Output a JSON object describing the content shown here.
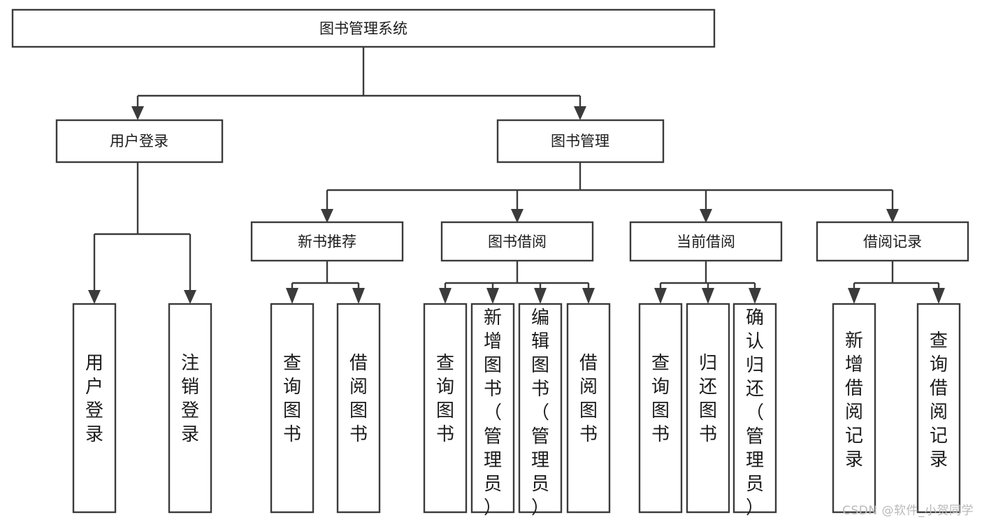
{
  "diagram": {
    "type": "tree",
    "title": "图书管理系统",
    "orientation": "top-down",
    "background_color": "#ffffff",
    "box_stroke_color": "#3b3b3b",
    "box_fill_color": "#ffffff",
    "text_color": "#1b1b1b",
    "root": {
      "id": "root",
      "label": "图书管理系统",
      "text_orientation": "horizontal"
    },
    "level1": [
      {
        "id": "user-login",
        "label": "用户登录",
        "text_orientation": "horizontal"
      },
      {
        "id": "book-management",
        "label": "图书管理",
        "text_orientation": "horizontal"
      }
    ],
    "level2": [
      {
        "id": "new-book-recommend",
        "label": "新书推荐",
        "parent": "book-management",
        "text_orientation": "horizontal"
      },
      {
        "id": "book-borrow",
        "label": "图书借阅",
        "parent": "book-management",
        "text_orientation": "horizontal"
      },
      {
        "id": "current-borrow",
        "label": "当前借阅",
        "parent": "book-management",
        "text_orientation": "horizontal"
      },
      {
        "id": "borrow-record",
        "label": "借阅记录",
        "parent": "book-management",
        "text_orientation": "horizontal"
      }
    ],
    "leaves": [
      {
        "id": "leaf-user-login",
        "label": "用户登录",
        "parent": "user-login",
        "text_orientation": "vertical"
      },
      {
        "id": "leaf-user-logout",
        "label": "注销登录",
        "parent": "user-login",
        "text_orientation": "vertical"
      },
      {
        "id": "leaf-query-book-1",
        "label": "查询图书",
        "parent": "new-book-recommend",
        "text_orientation": "vertical"
      },
      {
        "id": "leaf-borrow-book-1",
        "label": "借阅图书",
        "parent": "new-book-recommend",
        "text_orientation": "vertical"
      },
      {
        "id": "leaf-query-book-2",
        "label": "查询图书",
        "parent": "book-borrow",
        "text_orientation": "vertical"
      },
      {
        "id": "leaf-add-book",
        "label": "新增图书（管理员）",
        "parent": "book-borrow",
        "text_orientation": "vertical"
      },
      {
        "id": "leaf-edit-book",
        "label": "编辑图书（管理员）",
        "parent": "book-borrow",
        "text_orientation": "vertical"
      },
      {
        "id": "leaf-borrow-book-2",
        "label": "借阅图书",
        "parent": "book-borrow",
        "text_orientation": "vertical"
      },
      {
        "id": "leaf-query-book-3",
        "label": "查询图书",
        "parent": "current-borrow",
        "text_orientation": "vertical"
      },
      {
        "id": "leaf-return-book",
        "label": "归还图书",
        "parent": "current-borrow",
        "text_orientation": "vertical"
      },
      {
        "id": "leaf-confirm-return",
        "label": "确认归还（管理员）",
        "parent": "current-borrow",
        "text_orientation": "vertical"
      },
      {
        "id": "leaf-add-record",
        "label": "新增借阅记录",
        "parent": "borrow-record",
        "text_orientation": "vertical"
      },
      {
        "id": "leaf-query-record",
        "label": "查询借阅记录",
        "parent": "borrow-record",
        "text_orientation": "vertical"
      }
    ]
  },
  "watermark": {
    "text": "CSDN @软件_小贺同学",
    "color": "#b9b9b9"
  }
}
